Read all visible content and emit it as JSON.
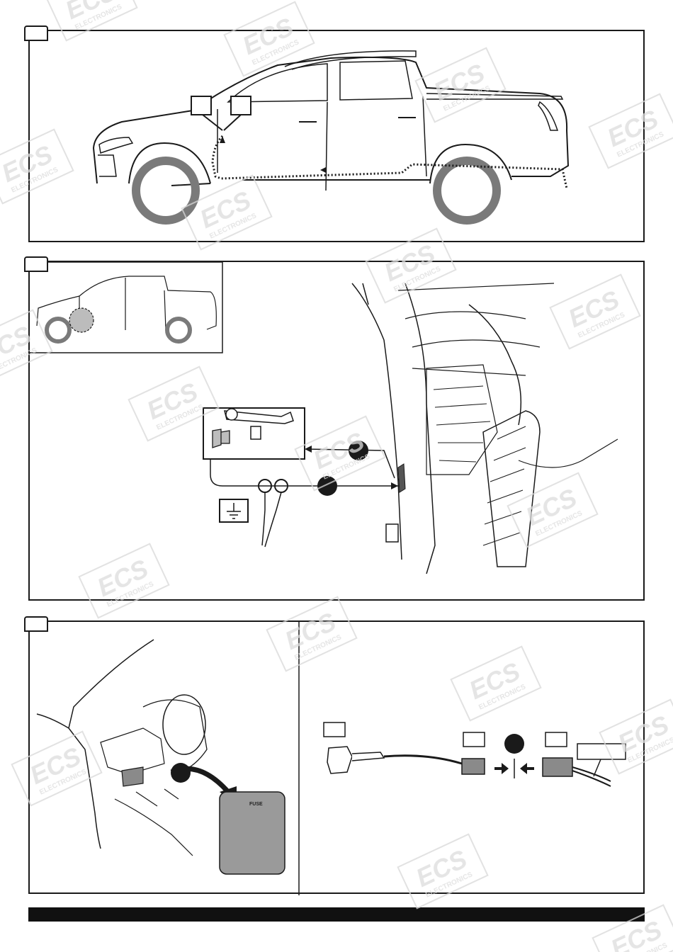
{
  "watermark": {
    "brand": "ECS",
    "sub": "ELECTRONICS"
  },
  "step3": {
    "fuse_box_label": "FUSE"
  },
  "colors": {
    "ink": "#1a1a1a",
    "wheel": "#7a7a7a",
    "fuse_box": "#9a9a9a",
    "watermark": "#dcdcdc",
    "footer": "#111111"
  }
}
